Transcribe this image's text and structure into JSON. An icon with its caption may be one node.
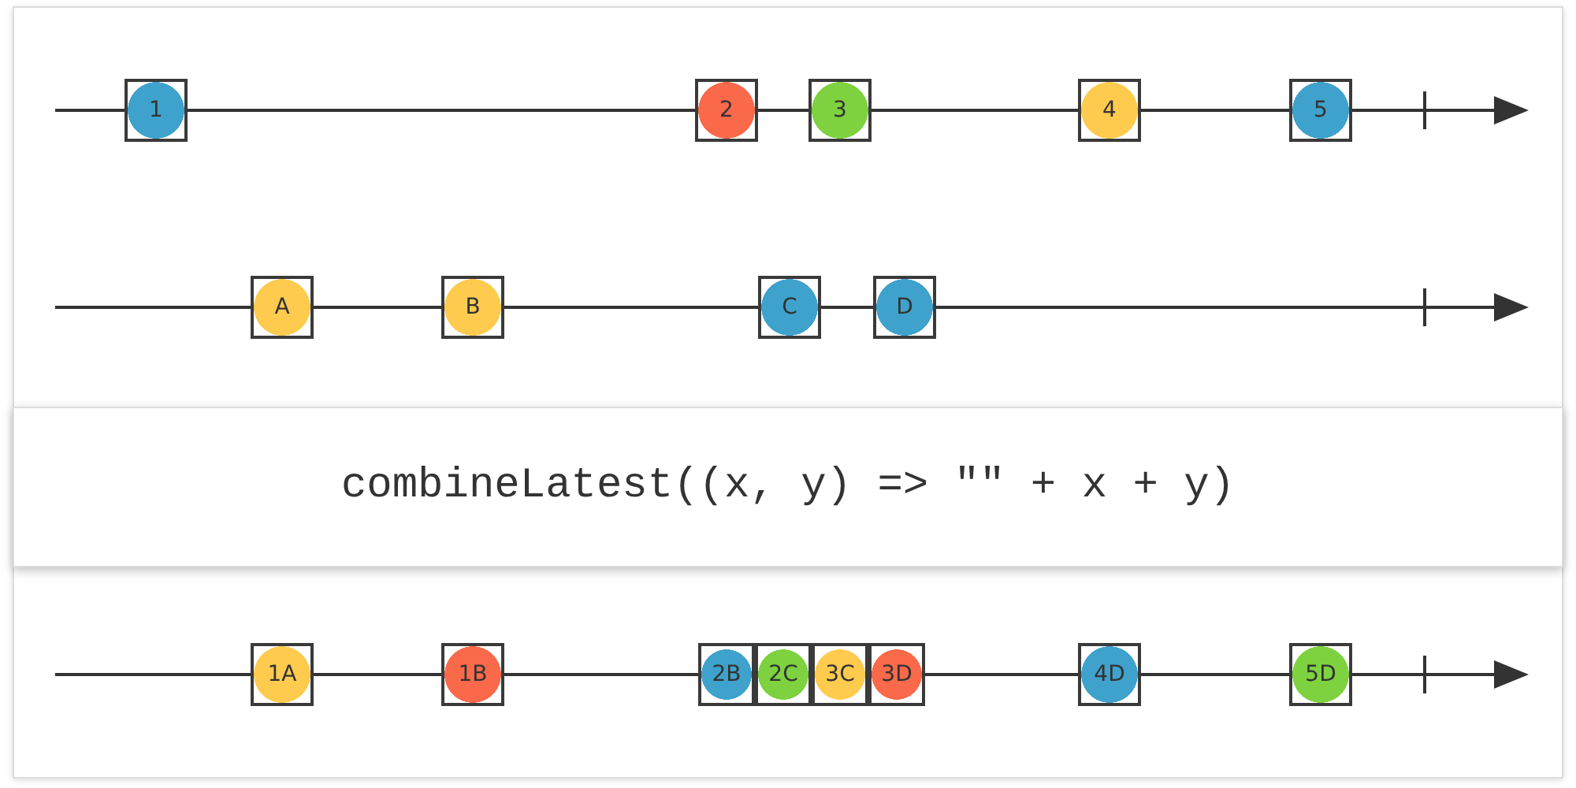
{
  "diagram": {
    "nodes": [
      {
        "text": [
          "1"
        ]
      },
      {
        "text": [
          "2"
        ]
      },
      {
        "text": [
          "3"
        ]
      },
      {
        "text": [
          "4"
        ]
      },
      {
        "text": [
          "5"
        ]
      },
      {
        "text": [
          "A"
        ]
      },
      {
        "text": [
          "B"
        ]
      },
      {
        "text": [
          "C"
        ]
      },
      {
        "text": [
          "D"
        ]
      },
      {
        "text": [
          "combineLatest((x, y) => \"\" + x + y)"
        ]
      },
      {
        "text": [
          "1A"
        ]
      },
      {
        "text": [
          "1B"
        ]
      },
      {
        "text": [
          "2B"
        ]
      },
      {
        "text": [
          "2C"
        ]
      },
      {
        "text": [
          "3C"
        ]
      },
      {
        "text": [
          "3D"
        ]
      },
      {
        "text": [
          "4D"
        ]
      },
      {
        "text": [
          "5D"
        ]
      }
    ]
  }
}
